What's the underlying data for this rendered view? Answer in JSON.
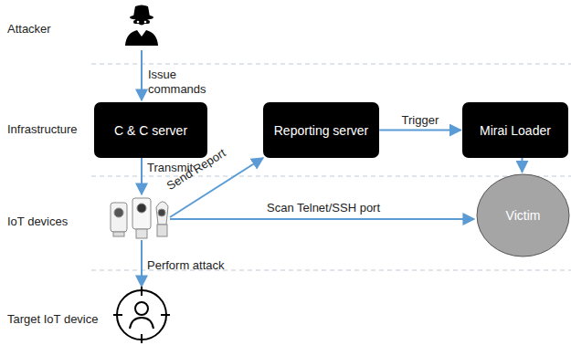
{
  "diagram": {
    "nodes": [
      {
        "text": [
          "C & C server"
        ]
      },
      {
        "text": [
          "Reporting server"
        ]
      },
      {
        "text": [
          "Mirai Loader"
        ]
      },
      {
        "text": [
          "Victim"
        ]
      }
    ],
    "edges": [
      {
        "from": 1,
        "to": 2,
        "label": "Trigger",
        "arrow": "to"
      },
      {
        "from": 2,
        "to": 3,
        "arrow": "to"
      }
    ],
    "labels": [
      "Attacker",
      "Issue commands",
      "Infrastructure",
      "Transmit",
      "Send Report",
      "IoT devices",
      "Scan Telnet/SSH port",
      "Perform attack",
      "Target IoT device"
    ]
  }
}
